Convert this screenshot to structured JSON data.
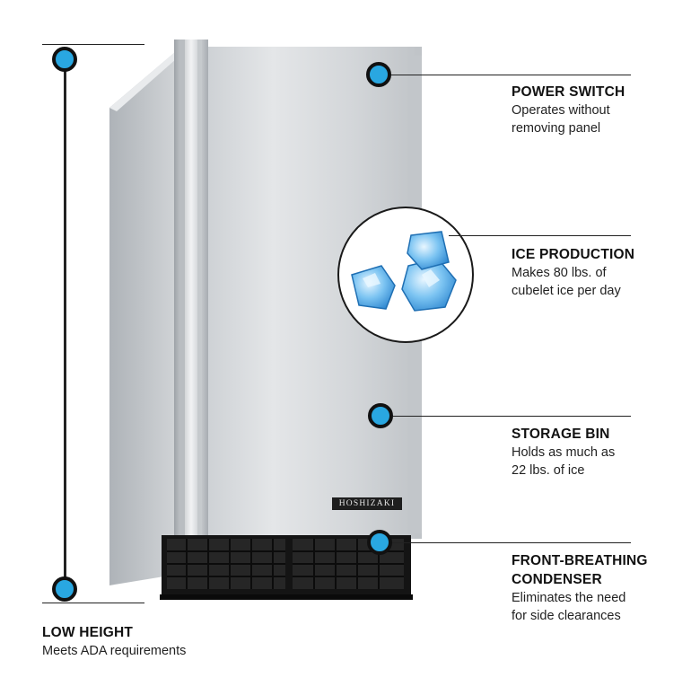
{
  "brand_badge": "HOSHIZAKI",
  "callouts": {
    "power_switch": {
      "title": "POWER SWITCH",
      "lines": [
        "Operates without",
        "removing panel"
      ]
    },
    "ice_production": {
      "title": "ICE PRODUCTION",
      "lines": [
        "Makes 80 lbs. of",
        "cubelet ice per day"
      ]
    },
    "storage_bin": {
      "title": "STORAGE BIN",
      "lines": [
        "Holds as much as",
        "22 lbs. of ice"
      ]
    },
    "condenser": {
      "title_lines": [
        "FRONT-BREATHING",
        "CONDENSER"
      ],
      "lines": [
        "Eliminates the need",
        "for side clearances"
      ]
    },
    "low_height": {
      "title": "LOW HEIGHT",
      "lines": [
        "Meets ADA requirements"
      ]
    }
  },
  "colors": {
    "accent": "#29a7e1",
    "steel": "#d9dcdf",
    "ink": "#111111"
  }
}
